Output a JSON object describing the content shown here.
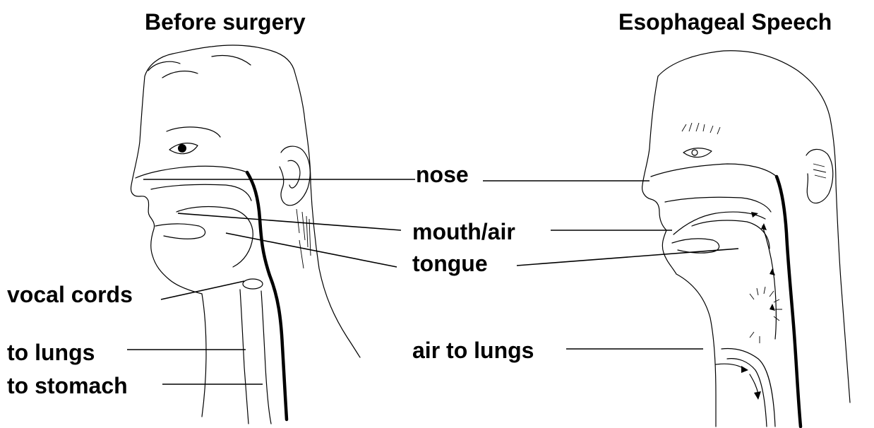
{
  "titles": {
    "left": "Before surgery",
    "right": "Esophageal Speech"
  },
  "labels": {
    "nose": "nose",
    "mouth_air": "mouth/air",
    "tongue": "tongue",
    "vocal_cords": "vocal cords",
    "to_lungs": "to lungs",
    "to_stomach": "to stomach",
    "air_to_lungs": "air to lungs"
  },
  "colors": {
    "ink": "#000000",
    "paper": "#ffffff"
  }
}
